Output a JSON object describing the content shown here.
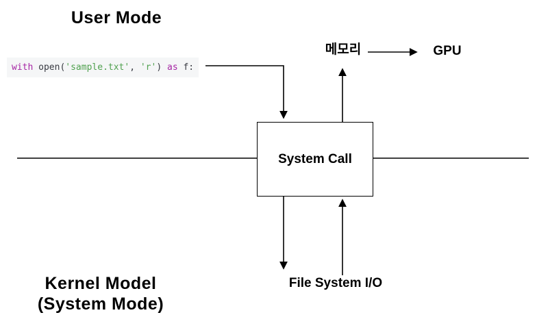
{
  "colors": {
    "keyword": "#a626a4",
    "string": "#50a14f",
    "plain": "#383a42",
    "code_bg": "#f5f6f7",
    "line": "#000000",
    "canvas_bg": "#ffffff"
  },
  "user_mode": {
    "title": "User Mode"
  },
  "kernel_mode": {
    "line1": "Kernel Model",
    "line2": "(System Mode)"
  },
  "code_snippet": {
    "full_text": "with open('sample.txt', 'r') as f:",
    "tokens": [
      {
        "text": "with",
        "type": "keyword"
      },
      {
        "text": " open(",
        "type": "plain"
      },
      {
        "text": "'sample.txt'",
        "type": "string"
      },
      {
        "text": ", ",
        "type": "plain"
      },
      {
        "text": "'r'",
        "type": "string"
      },
      {
        "text": ") ",
        "type": "plain"
      },
      {
        "text": "as",
        "type": "keyword"
      },
      {
        "text": " f:",
        "type": "plain"
      }
    ]
  },
  "diagram": {
    "system_call_label": "System Call",
    "memory_label": "메모리",
    "gpu_label": "GPU",
    "file_system_label": "File System I/O"
  }
}
